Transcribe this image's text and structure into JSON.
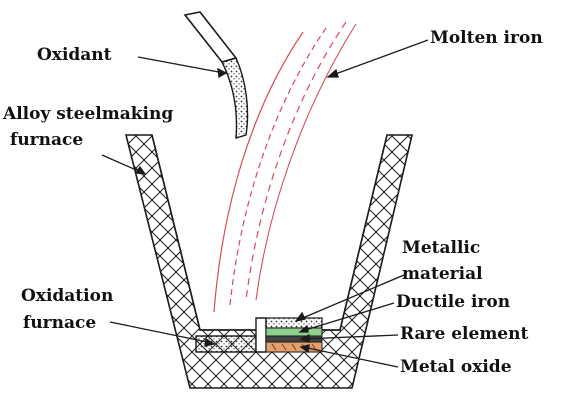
{
  "labels": {
    "oxidant": "Oxidant",
    "molten_iron": "Molten iron",
    "alloy_furnace_line1": "Alloy steelmaking",
    "alloy_furnace_line2": "furnace",
    "oxidation_line1": "Oxidation",
    "oxidation_line2": "furnace",
    "metallic_line1": "Metallic",
    "metallic_line2": "material",
    "ductile_iron": "Ductile iron",
    "rare_element": "Rare element",
    "metal_oxide": "Metal oxide"
  },
  "colors": {
    "outline": "#1a1a1a",
    "stream": "#d94a5a",
    "oxidant_fill": "#cfcfcf",
    "ductile_fill": "#8fd08f",
    "oxide_fill": "#e3a06a",
    "text": "#111111"
  }
}
